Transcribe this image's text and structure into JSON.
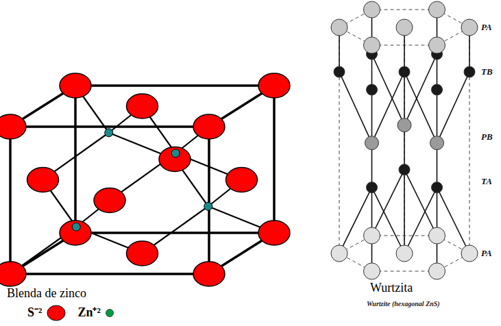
{
  "diagram": {
    "labels": [
      "Blenda de zinco",
      "Wurtzita",
      "PA",
      "TB",
      "PB",
      "TA",
      "PA",
      "Wurtzite (hexagonal ZnS)"
    ],
    "legend": [
      {
        "text": "S⁻²",
        "color": "#ff0000"
      },
      {
        "text": "Zn⁺²",
        "color": "#009a44"
      }
    ]
  }
}
